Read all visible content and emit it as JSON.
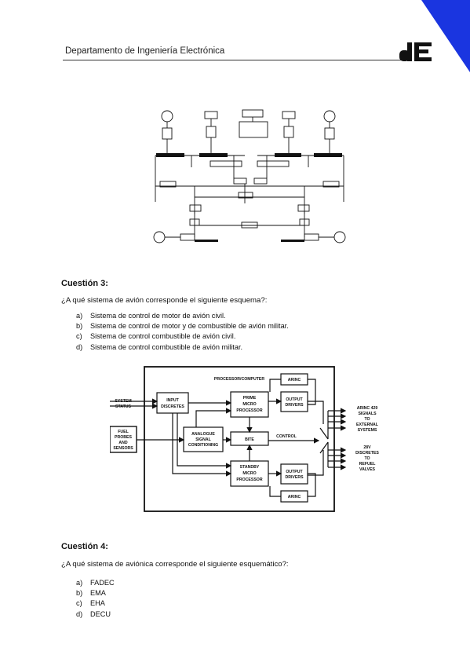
{
  "header": {
    "title": "Departamento de Ingeniería Electrónica",
    "logo_text": "dE",
    "accent_color": "#1a35e0"
  },
  "q3": {
    "title": "Cuestión 3:",
    "text": "¿A qué sistema de avión corresponde el siguiente esquema?:",
    "options": [
      {
        "letter": "a)",
        "text": "Sistema de control de motor de avión civil."
      },
      {
        "letter": "b)",
        "text": "Sistema de control de motor y de combustible de avión militar."
      },
      {
        "letter": "c)",
        "text": "Sistema de control combustible de avión civil."
      },
      {
        "letter": "d)",
        "text": "Sistema de control combustible de avión militar."
      }
    ]
  },
  "diagram2": {
    "title": "PROCESSOR/COMPUTER",
    "system_status": [
      "SYSTEM",
      "STATUS"
    ],
    "fuel_probes": [
      "FUEL",
      "PROBES",
      "AND",
      "SENSORS"
    ],
    "input_discretes": [
      "INPUT",
      "DISCRETES"
    ],
    "analogue": [
      "ANALOGUE",
      "SIGNAL",
      "CONDITIONING"
    ],
    "prime": [
      "PRIME",
      "MICRO",
      "PROCESSOR"
    ],
    "standby": [
      "STANDBY",
      "MICRO",
      "PROCESSOR"
    ],
    "bite": "BITE",
    "arinc": "ARINC",
    "output_drivers": [
      "OUTPUT",
      "DRIVERS"
    ],
    "control": "CONTROL",
    "arinc_signals": [
      "ARINC 429",
      "SIGNALS",
      "TO",
      "EXTERNAL",
      "SYSTEMS"
    ],
    "discretes": [
      "28V",
      "DISCRETES",
      "TO",
      "REFUEL",
      "VALVES"
    ]
  },
  "q4": {
    "title": "Cuestión 4:",
    "text": "¿A qué sistema de aviónica corresponde el siguiente esquemático?:",
    "options": [
      {
        "letter": "a)",
        "text": "FADEC"
      },
      {
        "letter": "b)",
        "text": "EMA"
      },
      {
        "letter": "c)",
        "text": "EHA"
      },
      {
        "letter": "d)",
        "text": "DECU"
      }
    ]
  }
}
